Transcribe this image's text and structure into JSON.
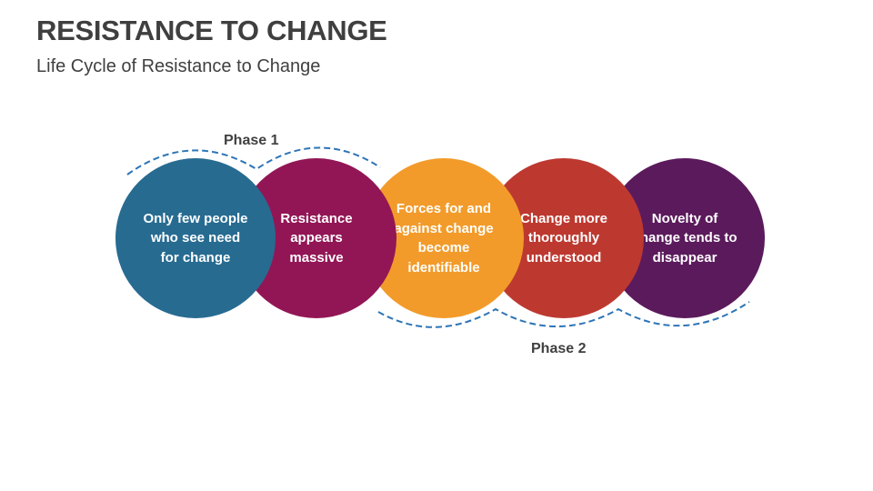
{
  "title": "RESISTANCE TO CHANGE",
  "subtitle": "Life Cycle of Resistance to Change",
  "phases": [
    {
      "label": "Phase 1",
      "position": "top",
      "color": "#2e75b6"
    },
    {
      "label": "Phase 2",
      "position": "bottom",
      "color": "#2e75b6"
    }
  ],
  "stages": [
    {
      "text": "Only few people who see need for change",
      "color": "#276b91"
    },
    {
      "text": "Resistance appears massive",
      "color": "#921655"
    },
    {
      "text": "Forces for and against change become identifiable",
      "color": "#f29b2a"
    },
    {
      "text": "Change more thoroughly understood",
      "color": "#bd3930"
    },
    {
      "text": "Novelty of change tends to disappear",
      "color": "#5b1a5c"
    }
  ]
}
